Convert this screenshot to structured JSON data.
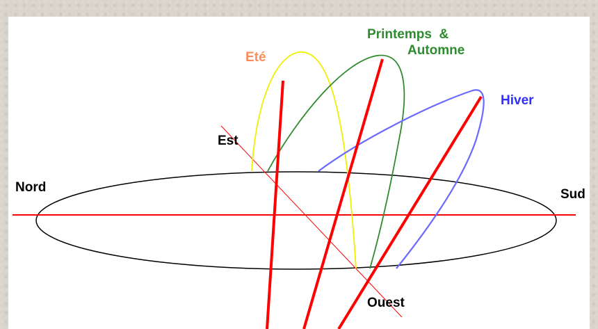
{
  "labels": {
    "north": "Nord",
    "south": "Sud",
    "east": "Est",
    "west": "Ouest",
    "summer": "Eté",
    "spring_autumn_line1": "Printemps  &",
    "spring_autumn_line2": "Automne",
    "winter": "Hiver"
  },
  "colors": {
    "summer": "#f0f000",
    "summer_label": "#ff8c5a",
    "spring_autumn": "#2e8b2e",
    "winter": "#6a6aff",
    "winter_label": "#2f2fff",
    "axis": "#ff0000",
    "ellipse": "#000000",
    "background": "#d9d4cc",
    "panel": "#ffffff"
  }
}
